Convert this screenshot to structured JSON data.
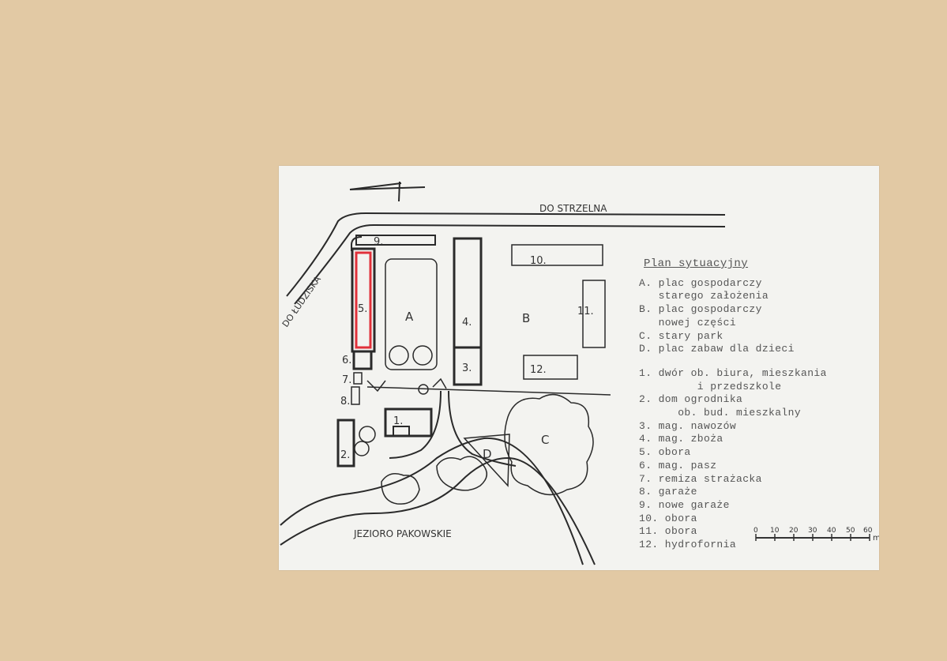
{
  "plan": {
    "road_north": "DO STRZELNA",
    "road_west": "DO ŁUDZISKA",
    "lake": "JEZIORO PAKOWSKIE",
    "buildings": [
      {
        "num": "1."
      },
      {
        "num": "2."
      },
      {
        "num": "3."
      },
      {
        "num": "4."
      },
      {
        "num": "5."
      },
      {
        "num": "6."
      },
      {
        "num": "7."
      },
      {
        "num": "8."
      },
      {
        "num": "9."
      },
      {
        "num": "10."
      },
      {
        "num": "11."
      },
      {
        "num": "12."
      }
    ],
    "areas": [
      "A",
      "B",
      "C",
      "D"
    ],
    "highlight_color": "#e0303a"
  },
  "legend": {
    "title": "Plan sytuacyjny",
    "areas": [
      "A. plac gospodarczy",
      "   starego założenia",
      "B. plac gospodarczy",
      "   nowej części",
      "C. stary park",
      "D. plac zabaw dla dzieci"
    ],
    "buildings": [
      "1. dwór ob. biura, mieszkania",
      "         i przedszkole",
      "2. dom ogrodnika",
      "      ob. bud. mieszkalny",
      "3. mag. nawozów",
      "4. mag. zboża",
      "5. obora",
      "6. mag. pasz",
      "7. remiza strażacka",
      "8. garaże",
      "9. nowe garaże",
      "10. obora",
      "11. obora",
      "12. hydrofornia"
    ]
  },
  "scale": {
    "labels": [
      "0",
      "10",
      "20",
      "30",
      "40",
      "50",
      "60"
    ],
    "unit": "m"
  }
}
